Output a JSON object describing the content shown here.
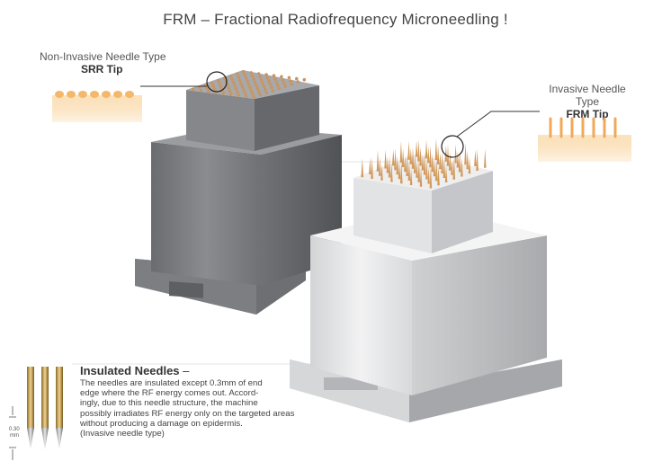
{
  "title": "FRM – Fractional Radiofrequency Microneedling !",
  "srr": {
    "type_label": "Non-Invasive Needle Type",
    "tip_label": "SRR Tip"
  },
  "frm": {
    "type_label": "Invasive Needle Type",
    "tip_label": "FRM Tip"
  },
  "insulated": {
    "heading": "Insulated Needles",
    "dash": " –",
    "lines": [
      "The needles are insulated except 0.3mm of end",
      "edge where the RF energy comes out. Accord-",
      "ingly, due to this needle structure, the machine",
      "possibly irradiates RF energy only on the targeted areas",
      "without producing a damage on epidermis.",
      "(Invasive needle type)"
    ],
    "scale_label_top": "0.30",
    "scale_label_bottom": "mm"
  },
  "colors": {
    "dark_cartridge": "#7d7f83",
    "light_cartridge": "#e6e7e9",
    "needle_gold": "#d6a46a",
    "skin_orange": "#f7c98a"
  }
}
